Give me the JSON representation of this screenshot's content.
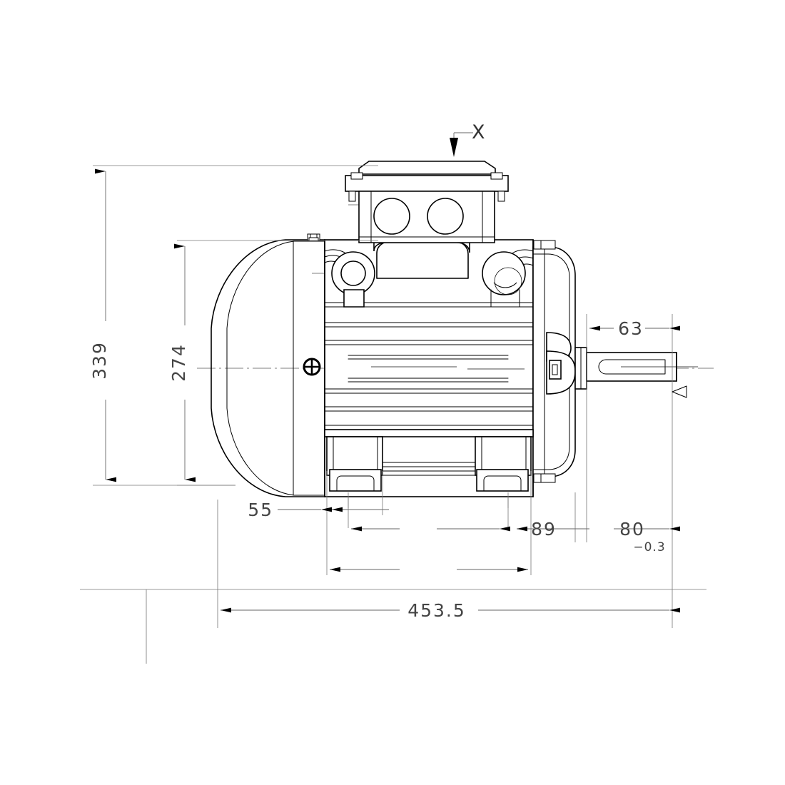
{
  "drawing": {
    "type": "engineering-dimension-drawing",
    "subject": "three-phase electric motor side elevation",
    "units": "mm",
    "background": "#ffffff",
    "line_color": "#000000",
    "dimension_color": "#444444"
  },
  "view_arrow": {
    "label": "X",
    "direction": "down"
  },
  "dimensions": {
    "overall_height": "339",
    "shaft_centre_height": "274",
    "foot_front_offset": "55",
    "foot_rear_offset": "89",
    "flange_to_shaft": "80",
    "flange_tolerance": "−0.3",
    "shaft_length": "63",
    "overall_length": "453.5"
  },
  "annotations": {
    "datum_marker": "triangle",
    "earth_symbol": "ground-terminal"
  }
}
